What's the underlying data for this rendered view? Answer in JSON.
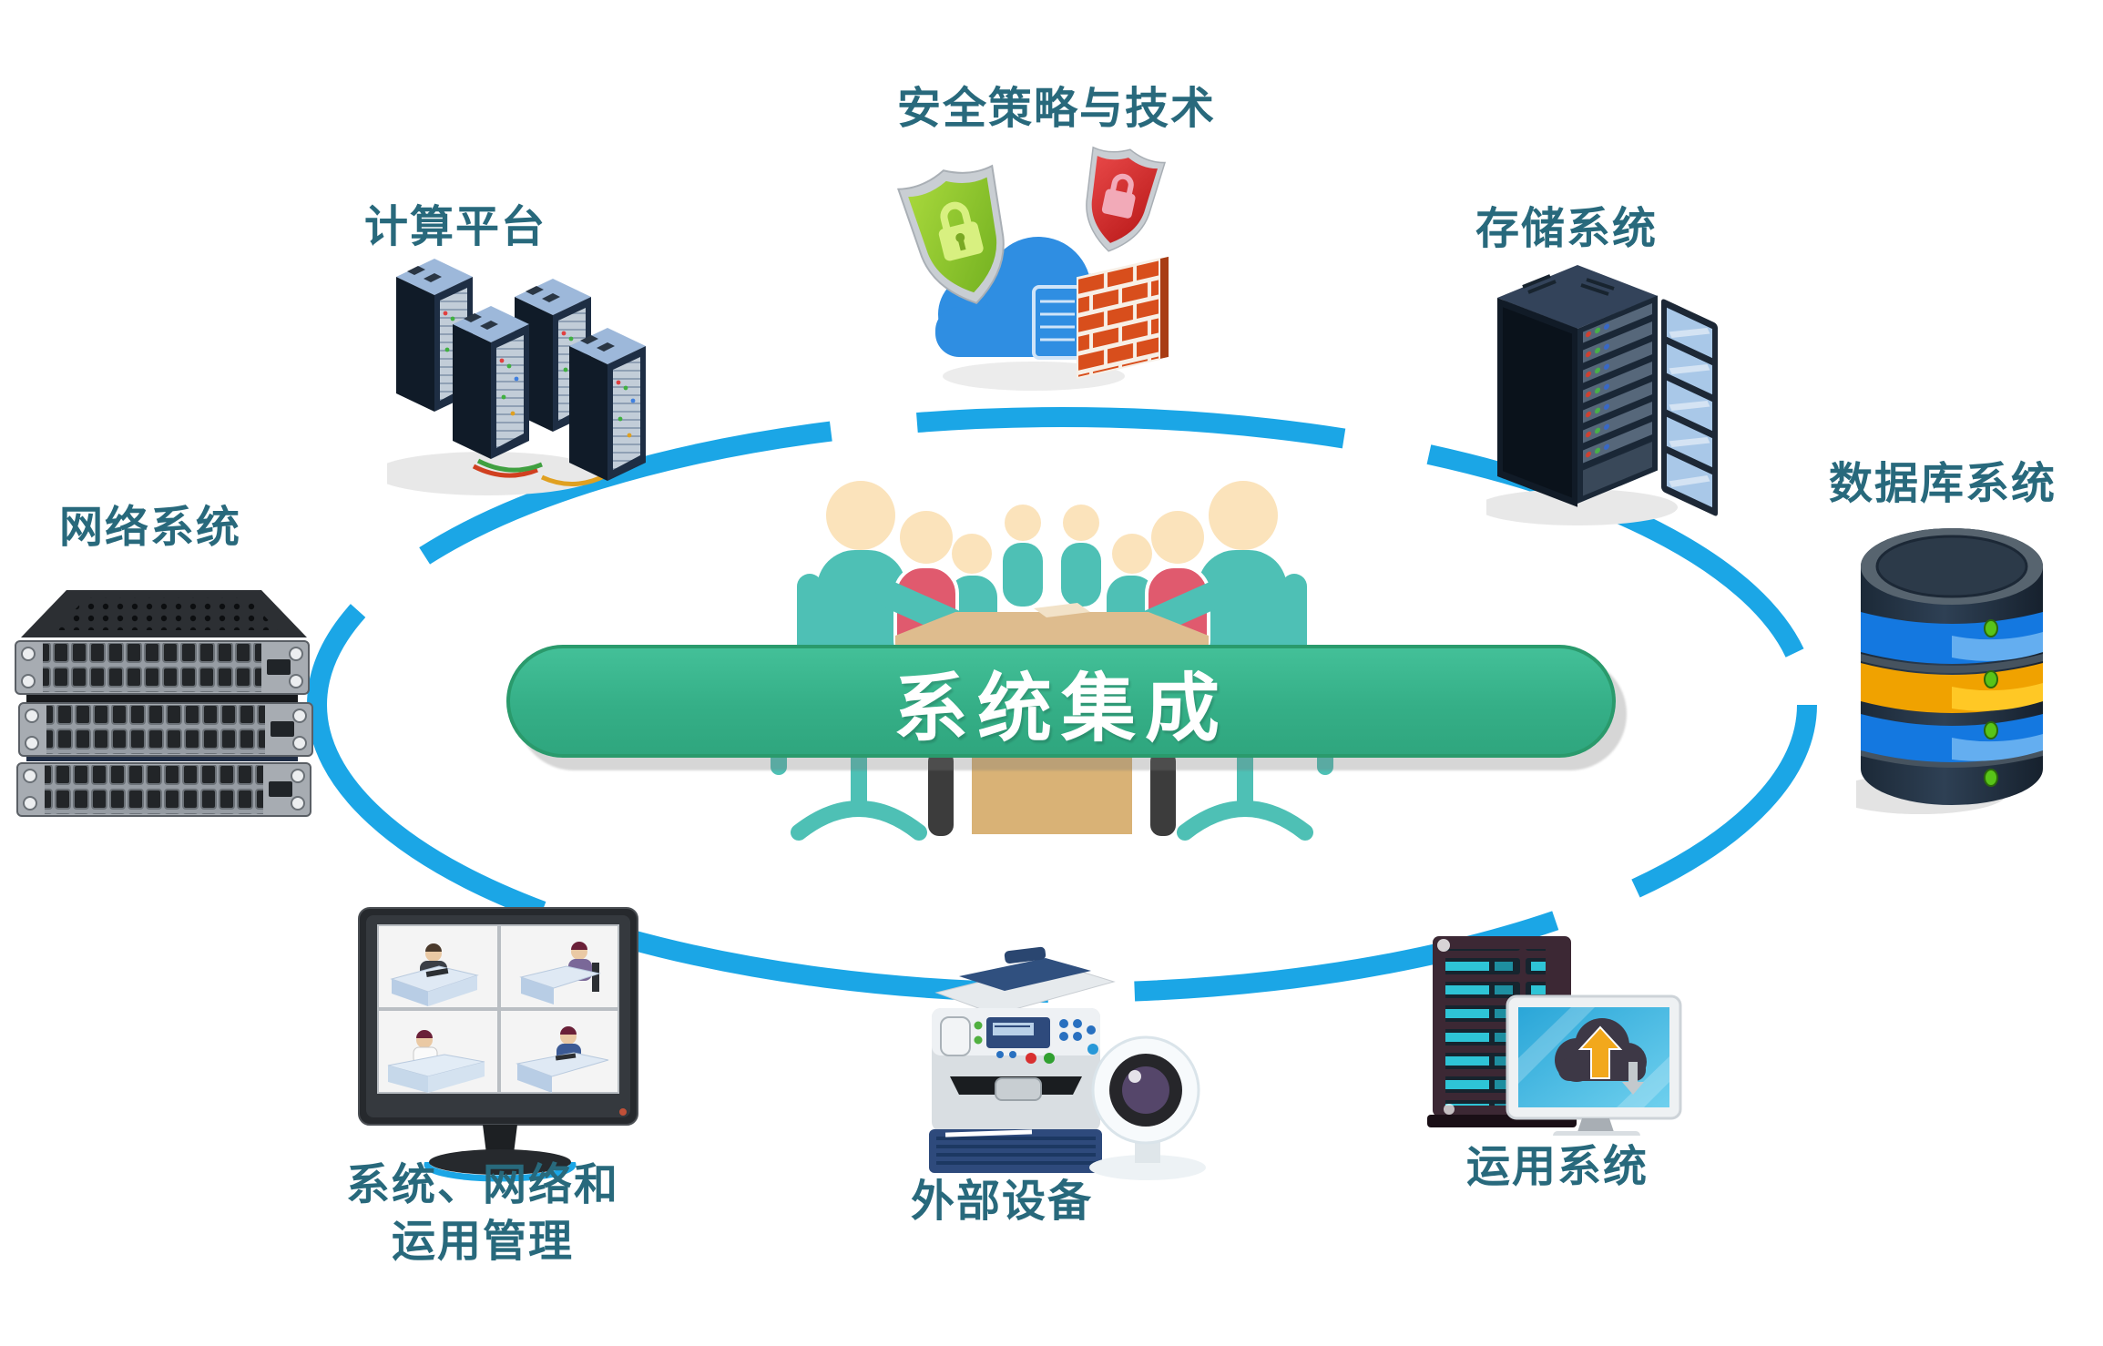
{
  "diagram": {
    "center": {
      "label": "系统集成"
    },
    "nodes": [
      {
        "id": "security-policy",
        "label": "安全策略与技术",
        "icon": "shield-cloud-firewall-icon"
      },
      {
        "id": "computing-platform",
        "label": "计算平台",
        "icon": "server-towers-icon"
      },
      {
        "id": "storage-system",
        "label": "存储系统",
        "icon": "server-cabinet-icon"
      },
      {
        "id": "network-system",
        "label": "网络系统",
        "icon": "network-switches-icon"
      },
      {
        "id": "database-system",
        "label": "数据库系统",
        "icon": "database-cylinder-icon"
      },
      {
        "id": "management",
        "label_line1": "系统、网络和",
        "label_line2": "运用管理",
        "icon": "video-wall-monitor-icon"
      },
      {
        "id": "external-devices",
        "label": "外部设备",
        "icon": "printer-webcam-icon"
      },
      {
        "id": "application-system",
        "label": "运用系统",
        "icon": "server-cloud-monitor-icon"
      }
    ],
    "colors": {
      "label_text": "#28697c",
      "ellipse_stroke": "#1ba6e6",
      "banner_gradient_start": "#43c098",
      "banner_gradient_end": "#2fa67e",
      "banner_border": "#2a9a6c",
      "banner_text": "#ffffff",
      "people_teal": "#4ec0b5",
      "people_red": "#e05a6e",
      "table_tan": "#debc8e"
    }
  }
}
